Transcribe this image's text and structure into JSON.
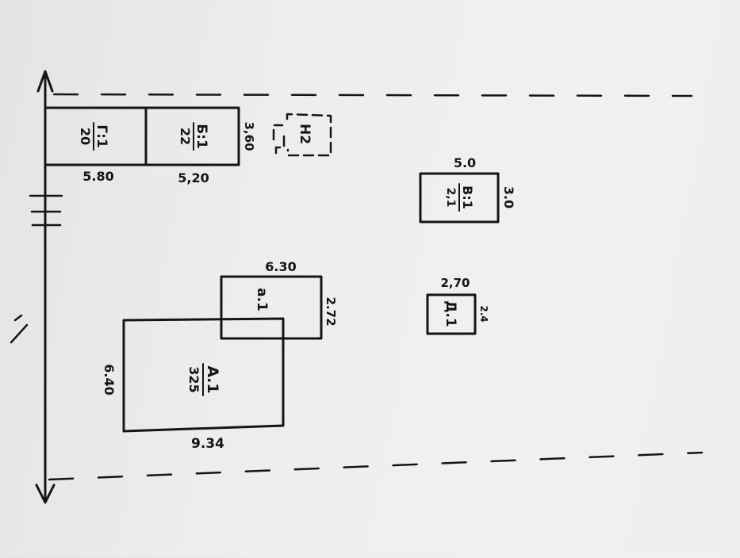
{
  "plan": {
    "ink_color": "#151515",
    "paper_color": "#eeeeec",
    "buildings": {
      "g1": {
        "name": "Г:1",
        "code": "20"
      },
      "b1_top": {
        "name": "Б:1",
        "code": "22",
        "width": "5,20",
        "depth": "3,60"
      },
      "g1_width": "5.80",
      "shed": {
        "name": "Н2"
      },
      "v1": {
        "name": "В:1",
        "code": "2,1",
        "width": "5.0",
        "depth": "3.0"
      },
      "a_ext": {
        "name": "а.1",
        "width": "6.30",
        "depth": "2.72"
      },
      "a_main": {
        "name": "А.1",
        "code": "325",
        "width": "9.34",
        "depth": "6.40"
      },
      "d1": {
        "name": "Д.1",
        "width": "2,70",
        "depth": "2.4"
      }
    }
  }
}
